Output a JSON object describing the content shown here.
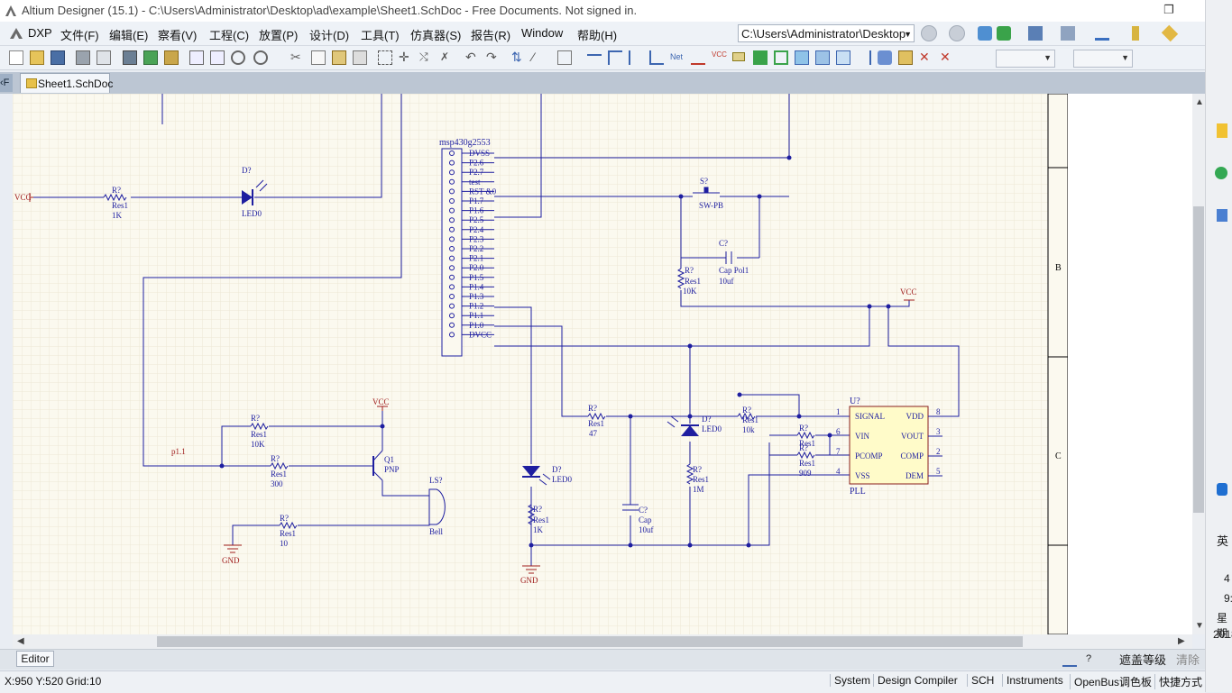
{
  "window": {
    "title": "Altium Designer (15.1) - C:\\Users\\Administrator\\Desktop\\ad\\example\\Sheet1.SchDoc - Free Documents. Not signed in.",
    "restore_glyph": "❐",
    "close_glyph": "✕"
  },
  "menu": [
    "DXP",
    "文件(F)",
    "编辑(E)",
    "察看(V)",
    "工程(C)",
    "放置(P)",
    "设计(D)",
    "工具(T)",
    "仿真器(S)",
    "报告(R)",
    "Window",
    "帮助(H)"
  ],
  "path_combo": "C:\\Users\\Administrator\\Desktop",
  "tab": {
    "label": "Sheet1.SchDoc",
    "pin_label": "‹F"
  },
  "editor_tab": "Editor",
  "bottom_right": {
    "mask_label": "遮盖等级",
    "clear_label": "清除"
  },
  "status": {
    "coords": "X:950 Y:520",
    "grid": "Grid:10",
    "buttons": [
      "System",
      "Design Compiler",
      "SCH",
      "Instruments",
      "OpenBus调色板",
      "快捷方式"
    ]
  },
  "os_strip": {
    "ime": "英",
    "c1": "4",
    "c2": "9:",
    "c3": "星期",
    "c4": "2018"
  },
  "schematic": {
    "border_zones": [
      "B",
      "C"
    ],
    "mcu": {
      "name": "msp430g2553",
      "pins": [
        "DVSS",
        "P2.6",
        "P2.7",
        "test",
        "RST &0",
        "P1.7",
        "P1.6",
        "P2.5",
        "P2.4",
        "P2.3",
        "P2.2",
        "P2.1",
        "P2.0",
        "P1.5",
        "P1.4",
        "P1.3",
        "P1.2",
        "P1.1",
        "P1.0",
        "DVCC"
      ]
    },
    "pll": {
      "designator": "U?",
      "name": "PLL",
      "left_pins": [
        {
          "num": "1",
          "label": "SIGNAL"
        },
        {
          "num": "6",
          "label": "VIN"
        },
        {
          "num": "7",
          "label": "PCOMP"
        },
        {
          "num": "4",
          "label": "VSS"
        }
      ],
      "right_pins": [
        {
          "num": "8",
          "label": "VDD"
        },
        {
          "num": "3",
          "label": "VOUT"
        },
        {
          "num": "2",
          "label": "COMP"
        },
        {
          "num": "5",
          "label": "DEM"
        }
      ]
    },
    "labels": {
      "vcc": "VCC",
      "gnd": "GND",
      "r": "R?",
      "res1": "Res1",
      "d": "D?",
      "led0": "LED0",
      "c": "C?",
      "k1": "1K",
      "k10": "10K",
      "k10l": "10k",
      "m1": "1M",
      "v47": "47",
      "v300": "300",
      "v10": "10",
      "v909": "909",
      "s": "S?",
      "swpb": "SW-PB",
      "cappol": "Cap Pol1",
      "cap": "Cap",
      "uf10": "10uf",
      "q1": "Q1",
      "pnp": "PNP",
      "ls": "LS?",
      "bell": "Bell",
      "p11": "p1.1"
    }
  }
}
